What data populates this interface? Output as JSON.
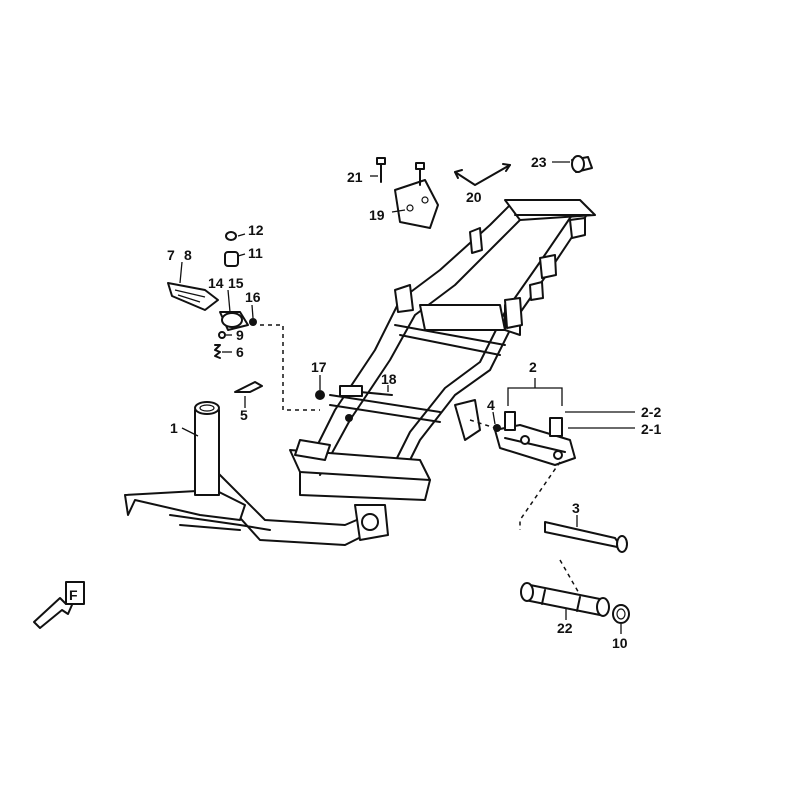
{
  "callouts": [
    {
      "id": "c1",
      "text": "1"
    },
    {
      "id": "c2",
      "text": "2"
    },
    {
      "id": "c2_1",
      "text": "2-1"
    },
    {
      "id": "c2_2",
      "text": "2-2"
    },
    {
      "id": "c3",
      "text": "3"
    },
    {
      "id": "c4",
      "text": "4"
    },
    {
      "id": "c5",
      "text": "5"
    },
    {
      "id": "c6",
      "text": "6"
    },
    {
      "id": "c7",
      "text": "7"
    },
    {
      "id": "c8",
      "text": "8"
    },
    {
      "id": "c9",
      "text": "9"
    },
    {
      "id": "c10",
      "text": "10"
    },
    {
      "id": "c11",
      "text": "11"
    },
    {
      "id": "c12",
      "text": "12"
    },
    {
      "id": "c14",
      "text": "14"
    },
    {
      "id": "c15",
      "text": "15"
    },
    {
      "id": "c16",
      "text": "16"
    },
    {
      "id": "c17",
      "text": "17"
    },
    {
      "id": "c18",
      "text": "18"
    },
    {
      "id": "c19",
      "text": "19"
    },
    {
      "id": "c20",
      "text": "20"
    },
    {
      "id": "c21",
      "text": "21"
    },
    {
      "id": "c22",
      "text": "22"
    },
    {
      "id": "c23",
      "text": "23"
    }
  ],
  "direction_mark": {
    "icon": "front-direction-arrow-icon",
    "text": "F"
  }
}
